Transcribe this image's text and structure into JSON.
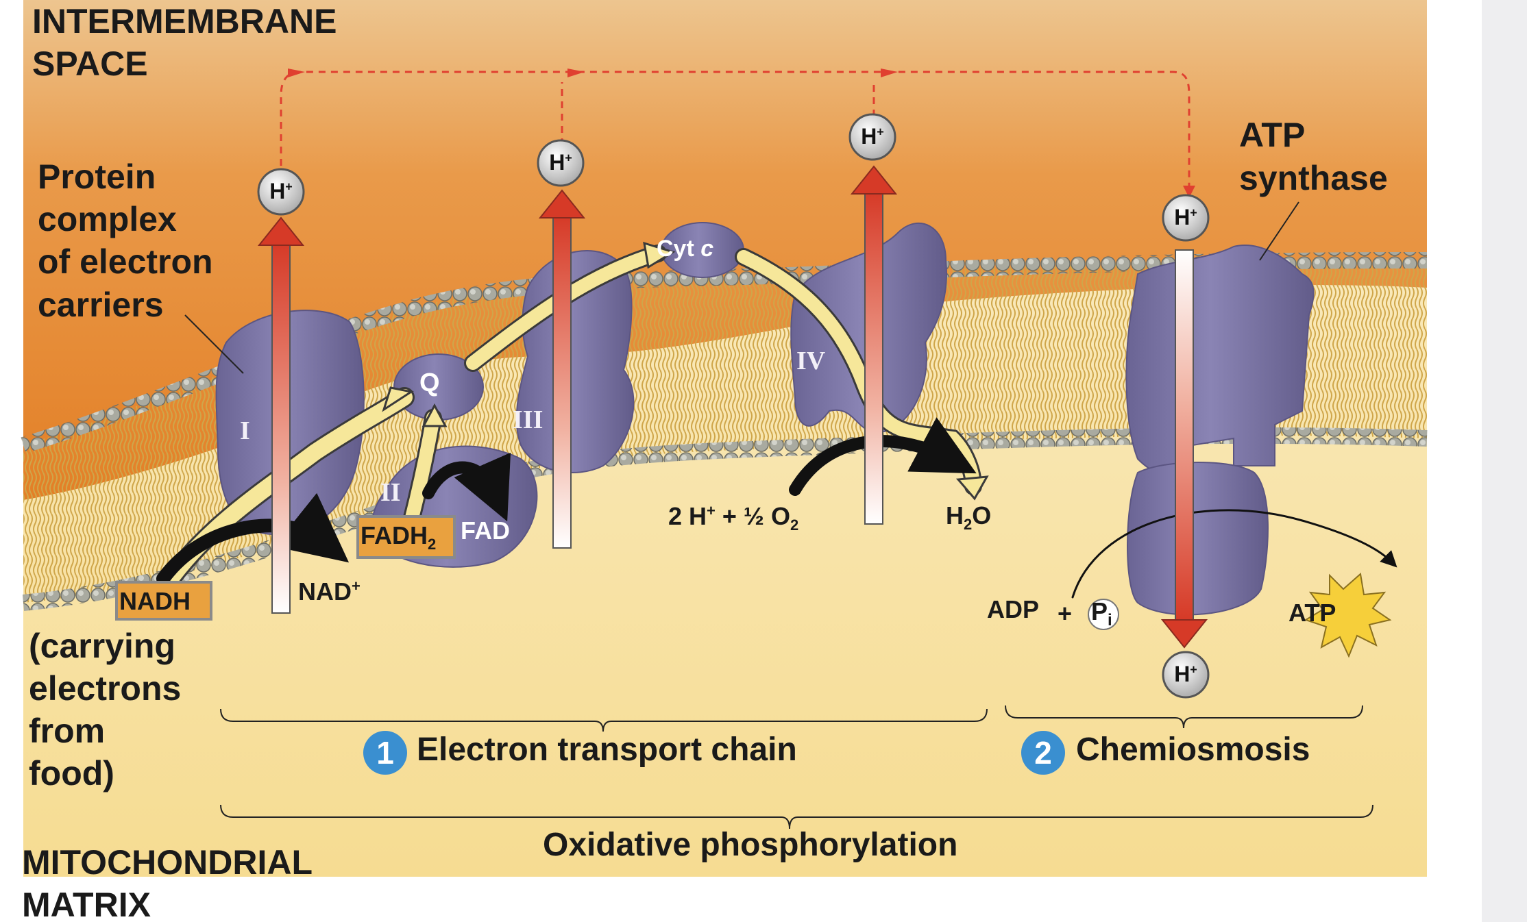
{
  "regions": {
    "intermembrane_line1": "INTERMEMBRANE",
    "intermembrane_line2": "SPACE",
    "matrix_line1": "MITOCHONDRIAL",
    "matrix_line2": "MATRIX"
  },
  "labels": {
    "protein_complex_1": "Protein",
    "protein_complex_2": "complex",
    "protein_complex_3": "of electron",
    "protein_complex_4": "carriers",
    "atp_synthase_1": "ATP",
    "atp_synthase_2": "synthase",
    "carrying_1": "(carrying",
    "carrying_2": "electrons",
    "carrying_3": "from",
    "carrying_4": "food)"
  },
  "complexes": {
    "c1": "I",
    "c2": "II",
    "c3": "III",
    "c4": "IV",
    "q": "Q",
    "cyt": "Cyt",
    "cyt_italic": "c"
  },
  "molecules": {
    "nadh": "NADH",
    "nad": "NAD",
    "nad_sup": "+",
    "fadh2": "FADH",
    "fadh2_sub": "2",
    "fad": "FAD",
    "oxygen": "2 H",
    "oxygen_sup": "+",
    "oxygen_rest": " + ½ O",
    "oxygen_sub": "2",
    "water": "H",
    "water_sub": "2",
    "water_rest": "O",
    "adp": "ADP",
    "plus": "+",
    "pi": "P",
    "pi_sub": "i",
    "atp": "ATP"
  },
  "proton": {
    "symbol": "H",
    "charge": "+"
  },
  "steps": {
    "step1_num": "1",
    "step1_label": "Electron transport chain",
    "step2_num": "2",
    "step2_label": "Chemiosmosis",
    "overall": "Oxidative phosphorylation"
  },
  "colors": {
    "intermembrane_top": "#e58a2e",
    "matrix": "#f8e2a0",
    "protein": "#7a73a3",
    "proton_arrow": "#d9402c",
    "electron_path": "#f6e79a",
    "step_badge": "#3a8fd0",
    "atp_star": "#f6cf3a",
    "carrier_box": "#e9a13f"
  }
}
